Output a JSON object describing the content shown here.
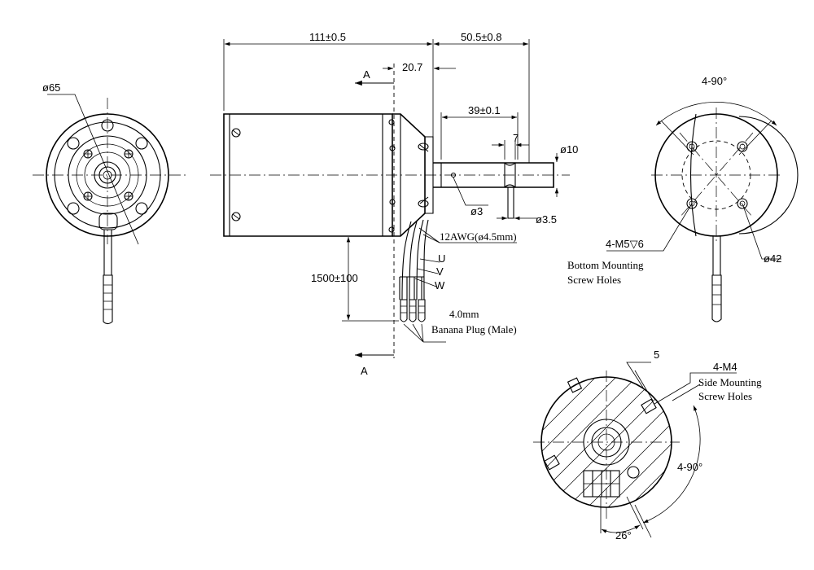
{
  "front_view": {
    "dia_label": "ø65"
  },
  "side_view": {
    "total_length": "111±0.5",
    "shaft_length": "50.5±0.8",
    "flange_length": "20.7",
    "shaft_flat_length": "39±0.1",
    "key_width": "7",
    "shaft_dia": "ø10",
    "pin_dia": "ø3",
    "pin_hole_dia": "ø3.5",
    "wire_spec": "12AWG(ø4.5mm)",
    "phase_u": "U",
    "phase_v": "V",
    "phase_w": "W",
    "lead_length": "1500±100",
    "plug_size": "4.0mm",
    "plug_type": "Banana Plug (Male)",
    "section_mark_top": "A",
    "section_mark_bottom": "A"
  },
  "end_view": {
    "angle_label": "4-90°",
    "thread_label": "4-M5▽6",
    "note_line1": "Bottom Mounting",
    "note_line2": "Screw Holes",
    "pcd_label": "ø42"
  },
  "section_view": {
    "depth_label": "5",
    "thread_label": "4-M4",
    "note_line1": "Side Mounting",
    "note_line2": "Screw Holes",
    "angle_label": "4-90°",
    "slot_angle_label": "26°"
  }
}
